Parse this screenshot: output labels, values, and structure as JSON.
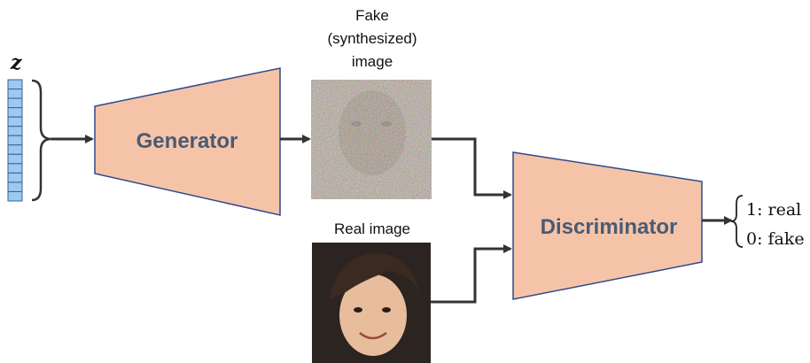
{
  "latent": {
    "symbol": "z",
    "cell_count": 13
  },
  "generator": {
    "label": "Generator"
  },
  "fake_image": {
    "caption_line1": "Fake",
    "caption_line2": "(synthesized)",
    "caption_line3": "image"
  },
  "real_image": {
    "caption": "Real image"
  },
  "discriminator": {
    "label": "Discriminator"
  },
  "output": {
    "option_real": "1: real",
    "option_fake": "0: fake"
  },
  "colors": {
    "block_fill": "#f5c4a8",
    "block_stroke": "#2e4a8c",
    "block_text": "#4a5a73",
    "latent_cell": "#9cc9f0",
    "latent_border": "#3a5f95",
    "arrow": "#333333"
  }
}
